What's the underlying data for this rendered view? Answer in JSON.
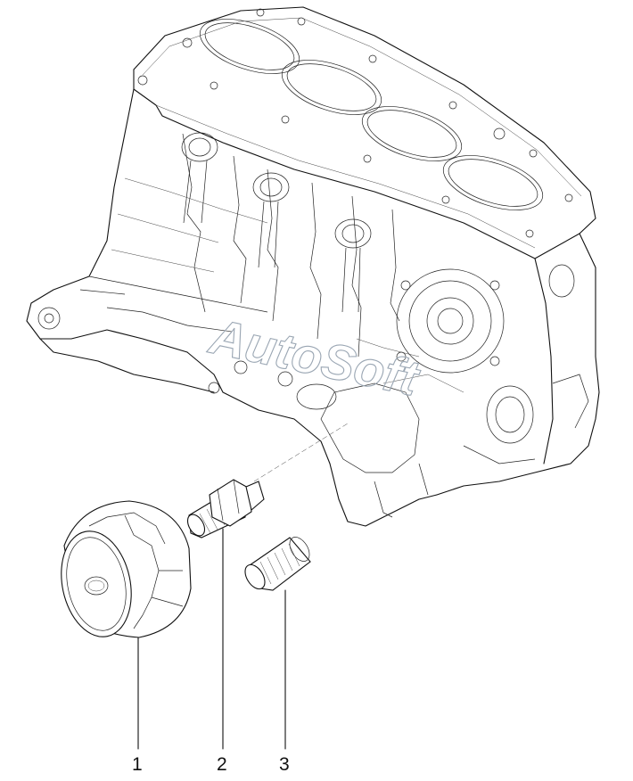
{
  "watermark": "AutoSoft",
  "callouts": [
    {
      "id": "1",
      "label": "1"
    },
    {
      "id": "2",
      "label": "2"
    },
    {
      "id": "3",
      "label": "3"
    }
  ],
  "colors": {
    "line": "#111111",
    "background": "#ffffff",
    "watermark_outline": "#9aa6b3"
  }
}
